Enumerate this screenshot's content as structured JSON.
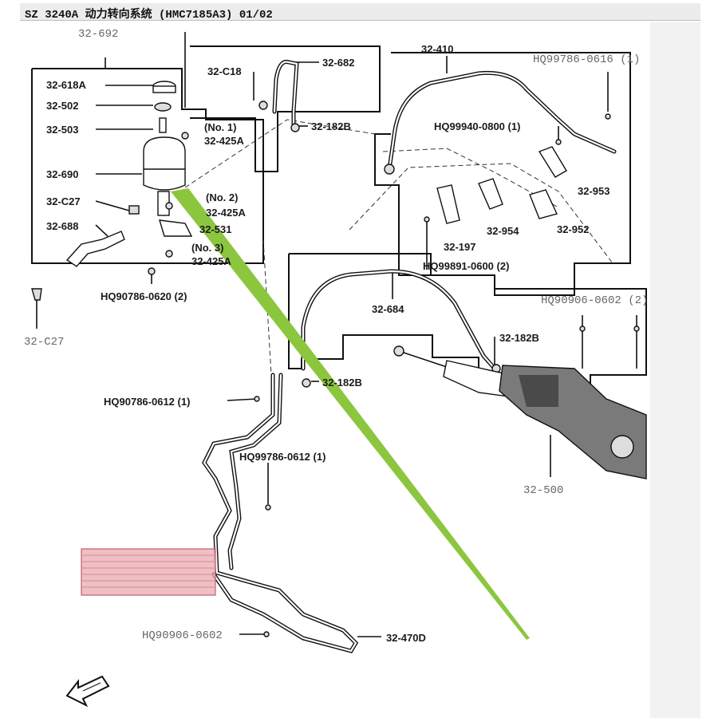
{
  "header": {
    "title": "SZ 3240A 动力转向系统 (HMC7185A3) 01/02"
  },
  "labels": {
    "l32_692": "32-692",
    "l32_618A": "32-618A",
    "l32_502": "32-502",
    "l32_503": "32-503",
    "l32_690": "32-690",
    "l32_C27a": "32-C27",
    "l32_688": "32-688",
    "l32_C18": "32-C18",
    "l32_682": "32-682",
    "lno1": "(No. 1)",
    "l32_425A_1": "32-425A",
    "l32_182B_1": "32-182B",
    "lno2": "(No. 2)",
    "l32_425A_2": "32-425A",
    "l32_531": "32-531",
    "lno3": "(No. 3)",
    "l32_425A_3": "32-425A",
    "lhq_0620": "HQ90786-0620 (2)",
    "l32_C27b": "32-C27",
    "l32_410": "32-410",
    "lhq_0616": "HQ99786-0616 (1)",
    "lhq_0800": "HQ99940-0800 (1)",
    "l32_953": "32-953",
    "l32_954": "32-954",
    "l32_952": "32-952",
    "l32_197": "32-197",
    "lhq_0600": "HQ99891-0600 (2)",
    "l32_684": "32-684",
    "lhq_0602a": "HQ90906-0602 (2)",
    "l32_182B_2": "32-182B",
    "l32_182B_3": "32-182B",
    "lhq_0612a": "HQ90786-0612 (1)",
    "lhq_0612b": "HQ99786-0612 (1)",
    "l32_500": "32-500",
    "lhq_0602b": "HQ90906-0602",
    "l32_470D": "32-470D"
  },
  "icons": {
    "direction": "direction-arrow-icon"
  },
  "colors": {
    "pointer": "#8cc63f",
    "highlight": "#e8aab0",
    "text": "#1a1a1a"
  }
}
